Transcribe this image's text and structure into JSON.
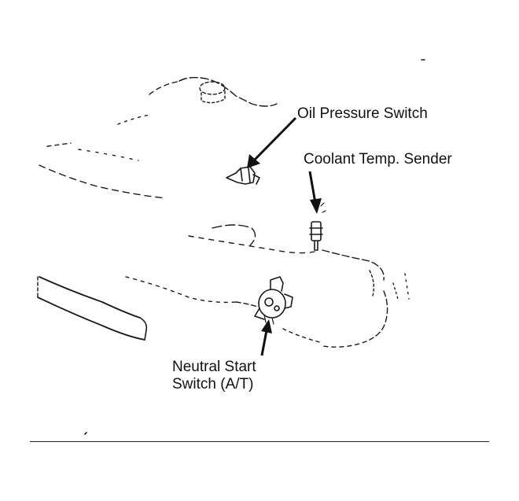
{
  "labels": {
    "oil_pressure_switch": "Oil Pressure Switch",
    "coolant_temp_sender": "Coolant Temp. Sender",
    "neutral_start_switch_line1": "Neutral Start",
    "neutral_start_switch_line2": "Switch (A/T)"
  },
  "colors": {
    "ink": "#1a1a1a",
    "background": "#ffffff"
  }
}
